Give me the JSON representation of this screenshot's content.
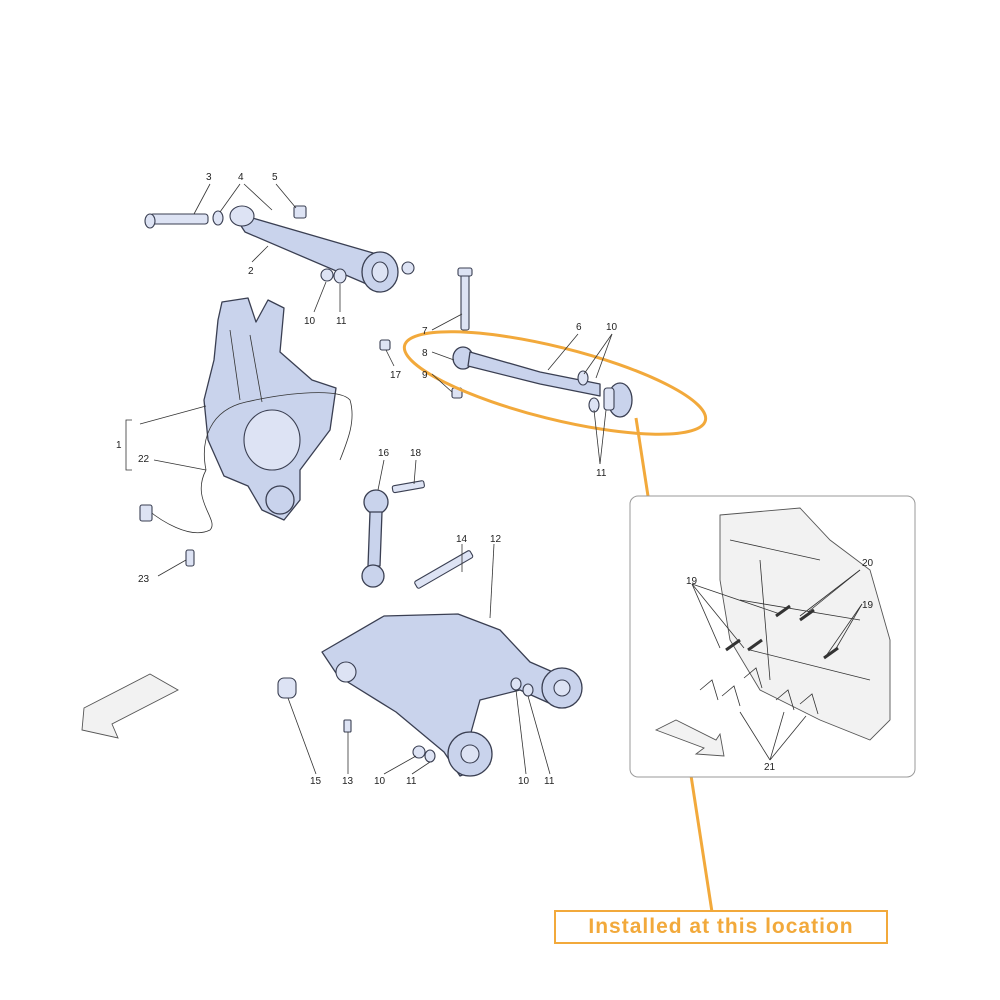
{
  "labels": {
    "l1": "1",
    "l2": "2",
    "l3": "3",
    "l4": "4",
    "l5": "5",
    "l6": "6",
    "l7": "7",
    "l8": "8",
    "l9": "9",
    "l10a": "10",
    "l10b": "10",
    "l10c": "10",
    "l10d": "10",
    "l11a": "11",
    "l11b": "11",
    "l11c": "11",
    "l11d": "11",
    "l12": "12",
    "l13": "13",
    "l14": "14",
    "l15": "15",
    "l16": "16",
    "l17": "17",
    "l18": "18",
    "l19a": "19",
    "l19b": "19",
    "l20": "20",
    "l21": "21",
    "l22": "22",
    "l23": "23"
  },
  "callout": {
    "text": "Installed at this location"
  },
  "colors": {
    "highlight": "#f2a93b",
    "part_fill": "#c9d3ec",
    "outline": "#3a3f52"
  }
}
